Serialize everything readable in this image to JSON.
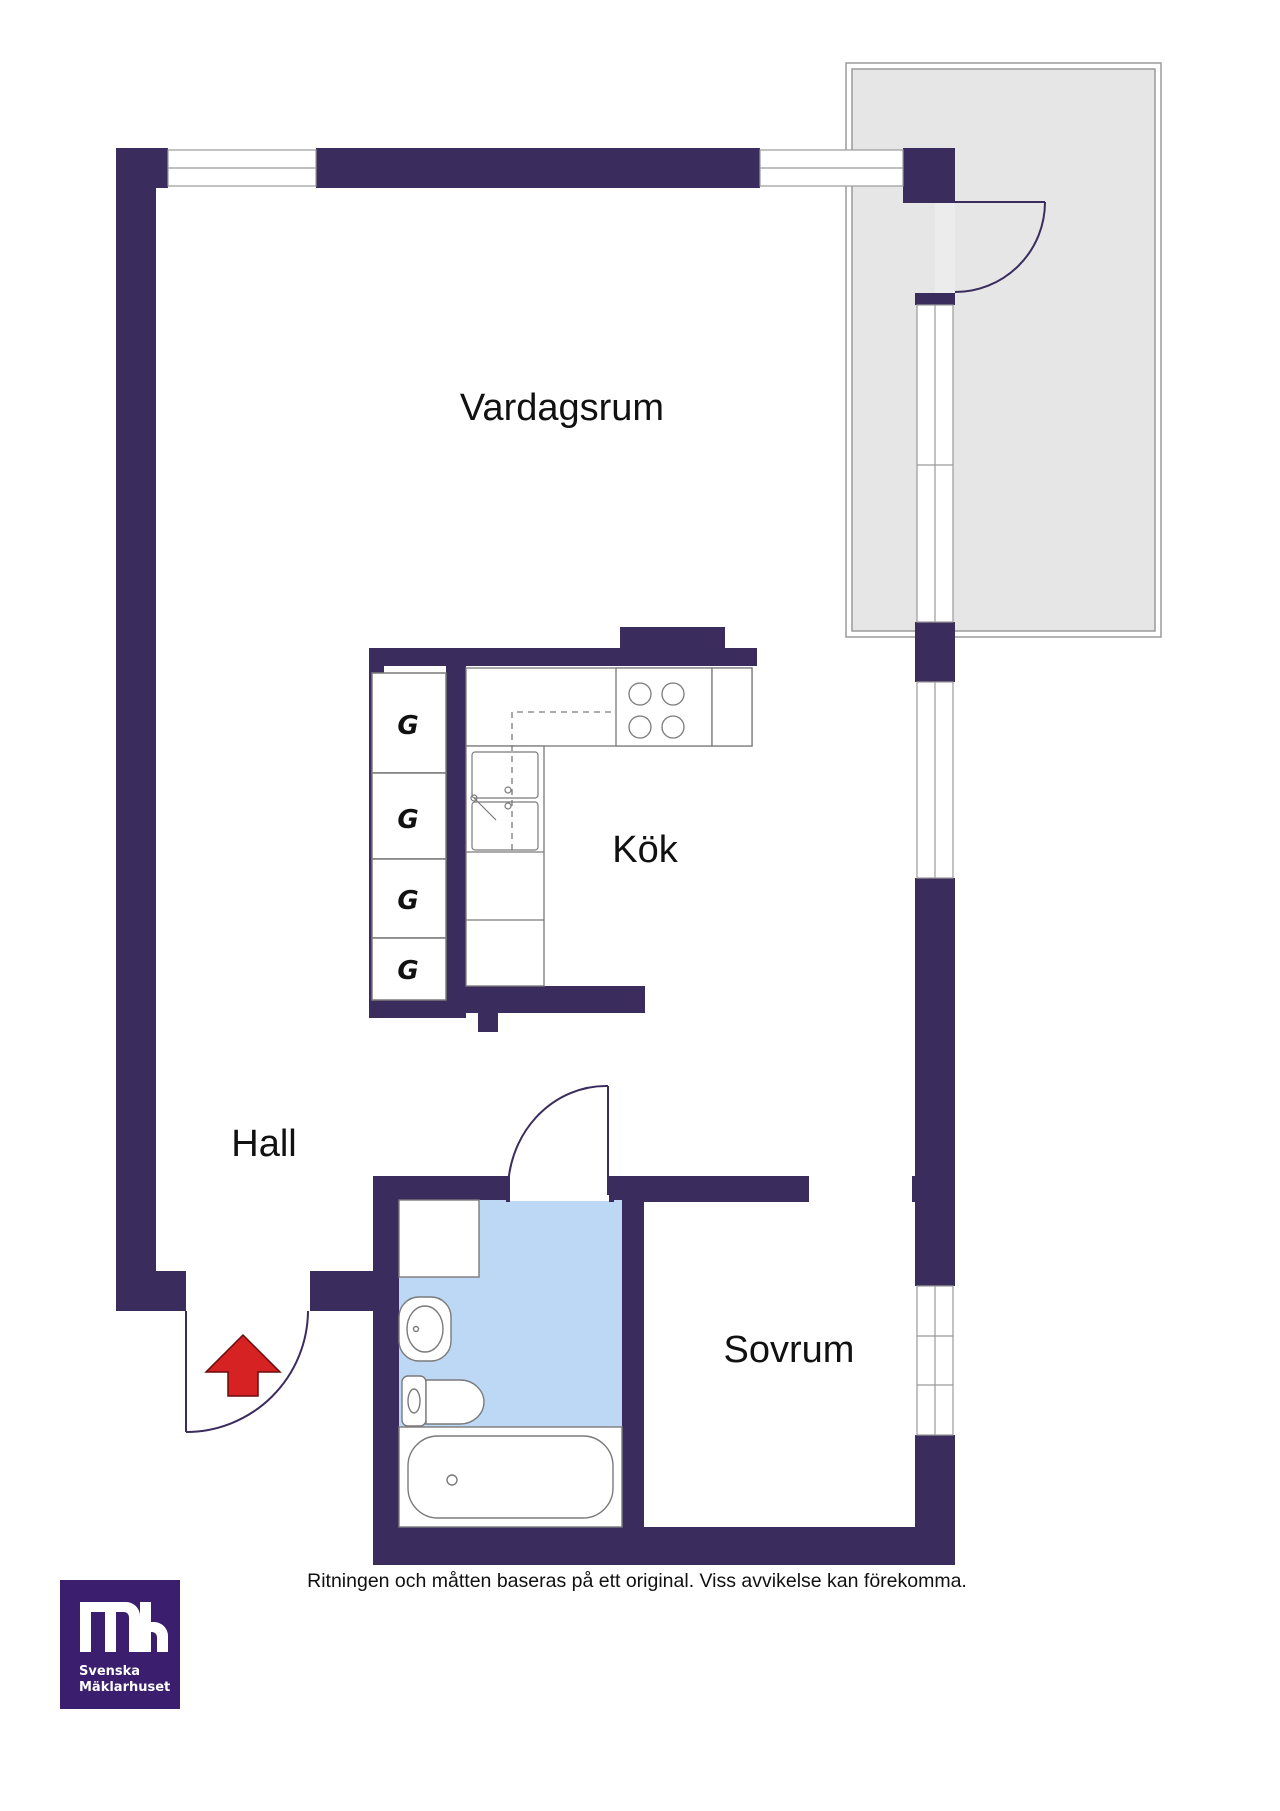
{
  "rooms": {
    "vardagsrum": "Vardagsrum",
    "kok": "Kök",
    "hall": "Hall",
    "sovrum": "Sovrum"
  },
  "wardrobes": [
    "G",
    "G",
    "G",
    "G"
  ],
  "disclaimer": "Ritningen och måtten baseras på ett original. Viss avvikelse kan förekomma.",
  "logo": {
    "line1": "Svenska",
    "line2": "Mäklarhuset"
  },
  "colors": {
    "wall": "#3b2c5e",
    "balcony": "#e6e6e6",
    "bathroom": "#bdd8f4",
    "entrance_arrow": "#d62222",
    "logo_bg": "#3b1e6e"
  },
  "icons": [
    "entrance-arrow-icon",
    "stove-icon",
    "sink-icon",
    "toilet-icon",
    "bathtub-icon",
    "washbasin-icon",
    "logo-mark-icon"
  ]
}
